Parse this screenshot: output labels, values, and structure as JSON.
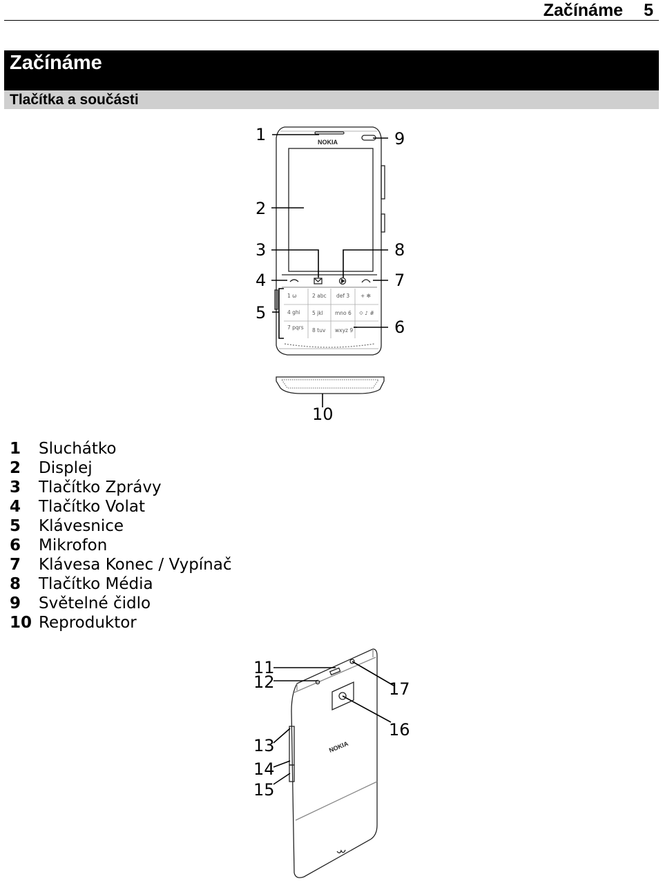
{
  "running_header": {
    "title": "Začínáme",
    "page_number": "5"
  },
  "chapter_title": "Začínáme",
  "section_title": "Tlačítka a součásti",
  "front_figure": {
    "brand": "NOKIA",
    "callouts": [
      "1",
      "2",
      "3",
      "4",
      "5",
      "6",
      "7",
      "8",
      "9",
      "10"
    ],
    "keys": {
      "k1": "1 ω",
      "k2": "2 abc",
      "k3": "def 3",
      "k_plus": "+ ✻",
      "k4": "4 ghi",
      "k5": "5 jkl",
      "k6": "mno 6",
      "k_hash": "⟐ ♪ #",
      "k7": "7 pqrs",
      "k8": "8 tuv",
      "k9": "wxyz 9"
    }
  },
  "legend": [
    {
      "num": "1",
      "label": "Sluchátko"
    },
    {
      "num": "2",
      "label": "Displej"
    },
    {
      "num": "3",
      "label": "Tlačítko Zprávy"
    },
    {
      "num": "4",
      "label": "Tlačítko Volat"
    },
    {
      "num": "5",
      "label": "Klávesnice"
    },
    {
      "num": "6",
      "label": "Mikrofon"
    },
    {
      "num": "7",
      "label": "Klávesa Konec / Vypínač"
    },
    {
      "num": "8",
      "label": "Tlačítko Média"
    },
    {
      "num": "9",
      "label": "Světelné čidlo"
    },
    {
      "num": "10",
      "label": "Reproduktor"
    }
  ],
  "back_figure": {
    "brand": "NOKIA",
    "callouts": [
      "11",
      "12",
      "13",
      "14",
      "15",
      "16",
      "17"
    ]
  }
}
